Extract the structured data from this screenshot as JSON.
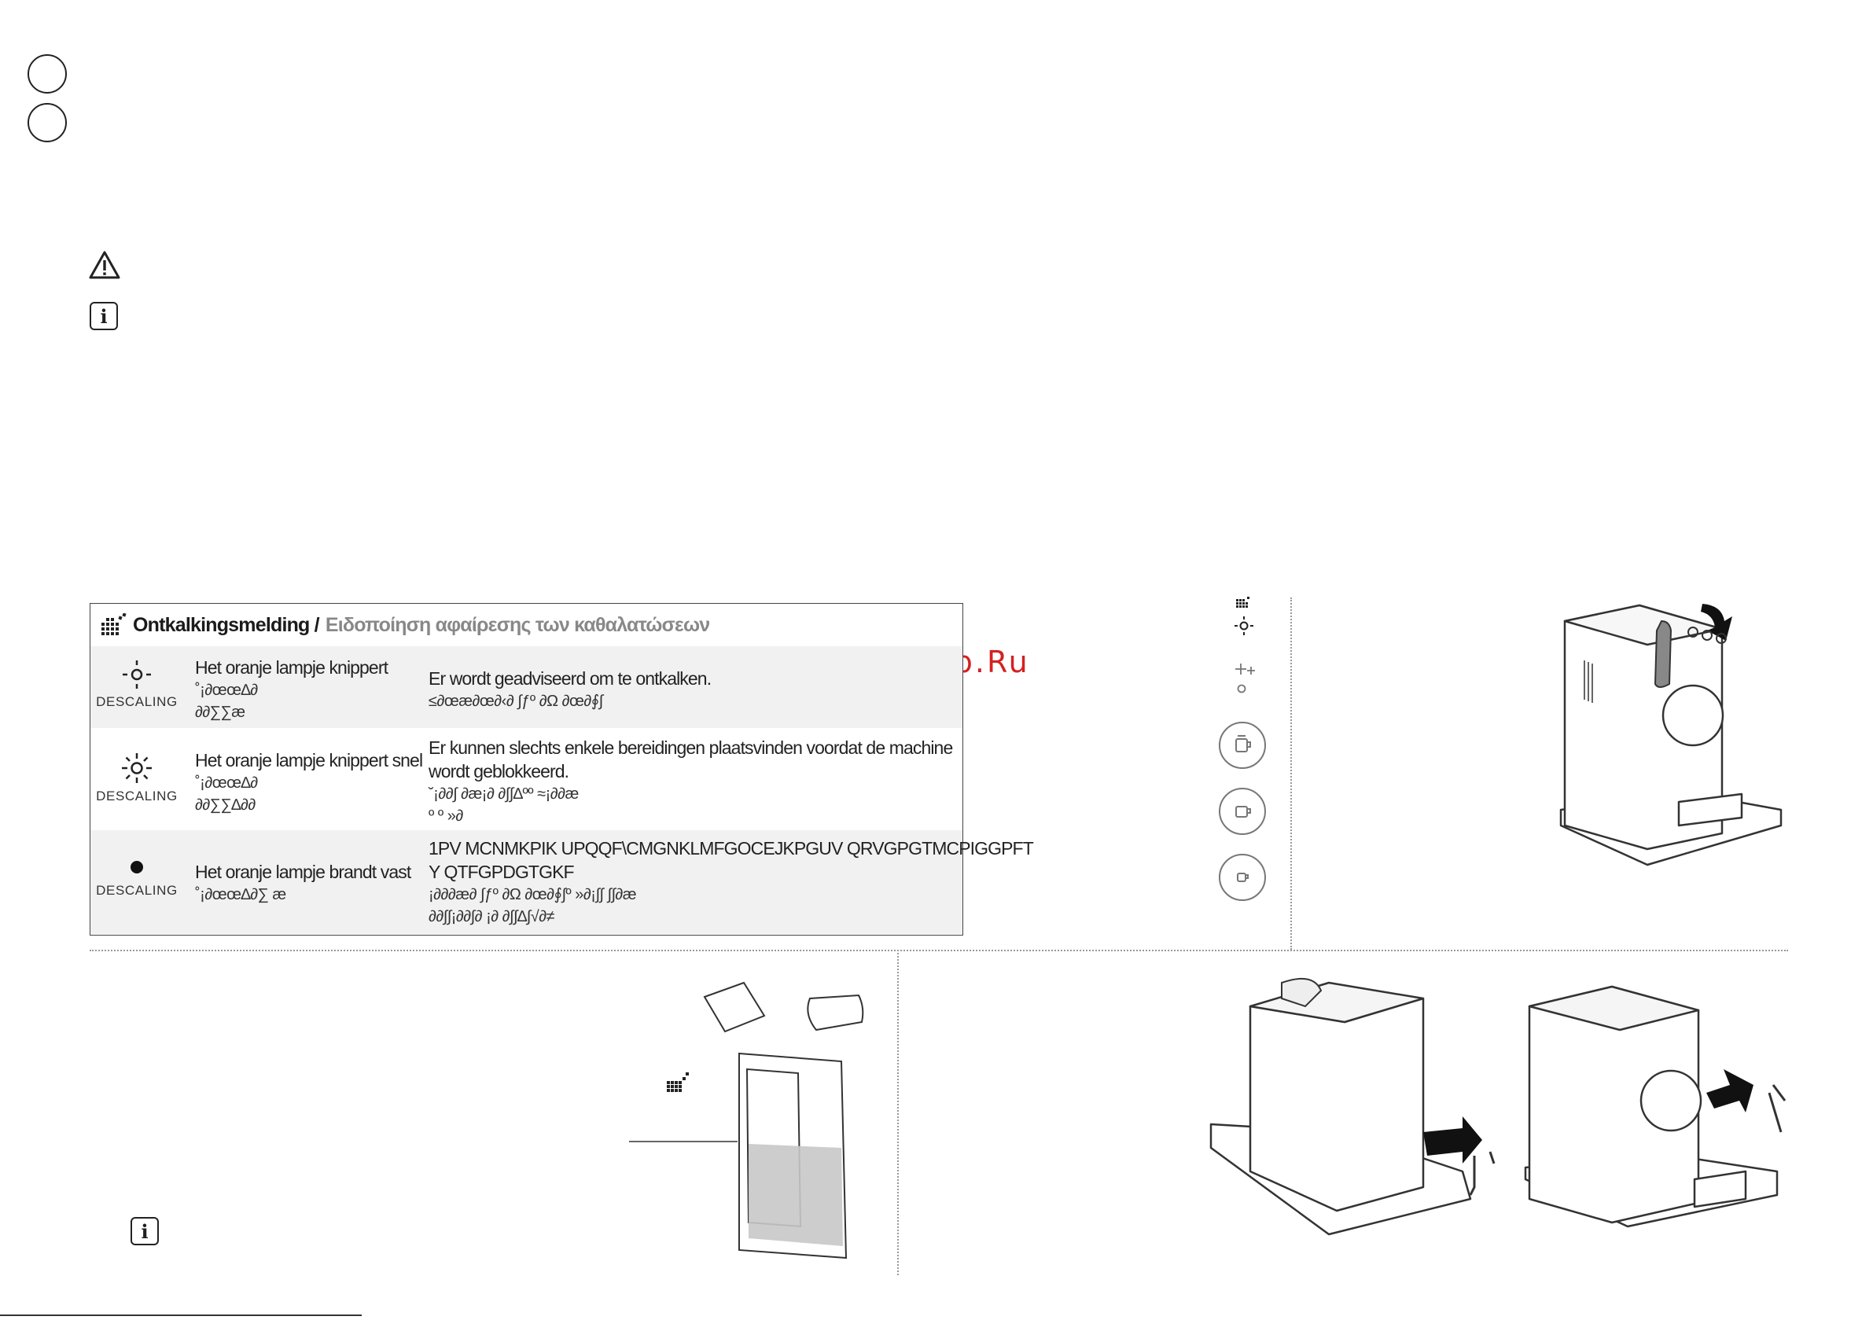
{
  "watermark": "McGrp.Ru",
  "table": {
    "title_nl": "Ontkalkingsmelding /",
    "title_el": "Ειδοποίηση αφαίρεσης των καθαλατώσεων",
    "rows": [
      {
        "icon": "sun-dim-icon",
        "icon_label": "DESCALING",
        "status_nl": "Het oranje lampje knippert",
        "status_el_1": "˚¡∂œœ∆∂",
        "status_el_2": "∂∂∑∑æ",
        "message_nl": "Er wordt geadviseerd om te ontkalken.",
        "message_el": "≤∂œæ∂œ∂‹∂ ∫ƒº  ∂Ω ∂œ∂∮∫"
      },
      {
        "icon": "sun-bright-icon",
        "icon_label": "DESCALING",
        "status_nl": "Het oranje lampje knippert snel",
        "status_el_1": "˚¡∂œœ∆∂",
        "status_el_2": "∂∂∑∑∆∂∂",
        "message_nl": "Er kunnen slechts enkele bereidingen plaatsvinden voordat de machine wordt geblokkeerd.",
        "message_el_1": "˘¡∂∂∫ ∂æ¡∂ ∂∫∫∆ºº  ≈¡∂∂æ",
        "message_el_2": "º  º    »∂"
      },
      {
        "icon": "dot-icon",
        "icon_label": "DESCALING",
        "status_nl": "Het oranje lampje brandt vast",
        "status_el_1": "˚¡∂œœ∆∂∑ æ",
        "message_nl_1": "1PV MCNMKPIK UPQQF\\CMGNKLMFGOCEJKPGUV QRVGPGTMCPIGGPFT",
        "message_nl_2": "Y QTFGPDGTGKF",
        "message_el_1": "¡∂∂∂æ∂ ∫ƒº  ∂Ω ∂œ∂∮∫º  »∂¡∫∫ ∫∫∂æ",
        "message_el_2": "∂∂∫∫¡∂∂∫∂ ¡∂ ∂∫∫∆∫√∂≠"
      }
    ]
  },
  "side_icons": [
    {
      "name": "descaling-sun-icon"
    },
    {
      "name": "sparkle-icon"
    },
    {
      "name": "milk-cup-large-icon"
    },
    {
      "name": "cup-medium-icon"
    },
    {
      "name": "cup-small-icon"
    }
  ]
}
